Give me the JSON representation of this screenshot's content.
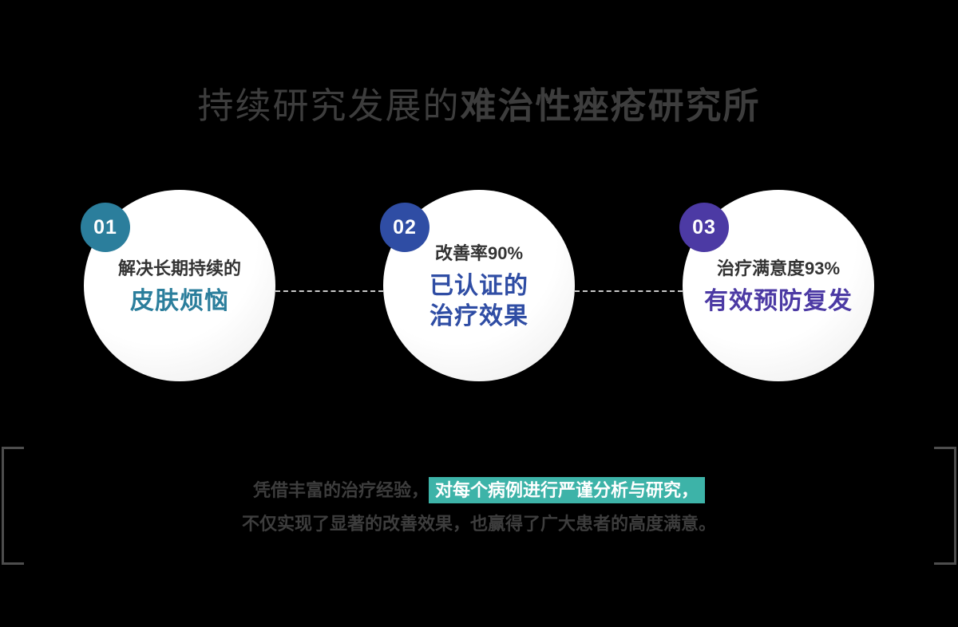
{
  "title": {
    "regular": "持续研究发展的",
    "bold": "难治性痤疮研究所"
  },
  "steps": [
    {
      "number": "01",
      "subtitle": "解决长期持续的",
      "headline_lines": [
        "皮肤烦恼"
      ],
      "accent_color": "#2b7e9c"
    },
    {
      "number": "02",
      "subtitle": "改善率90%",
      "headline_lines": [
        "已认证的",
        "治疗效果"
      ],
      "accent_color": "#2f4da4"
    },
    {
      "number": "03",
      "subtitle": "治疗满意度93%",
      "headline_lines": [
        "有效预防复发"
      ],
      "accent_color": "#4c3aa4"
    }
  ],
  "footer": {
    "line1_prefix": "凭借丰富的治疗经验，",
    "line1_highlight": "对每个病例进行严谨分析与研究，",
    "line2": "不仅实现了显著的改善效果，也赢得了广大患者的高度满意。",
    "highlight_bg": "#3db3a8",
    "highlight_text_color": "#ffffff"
  },
  "colors": {
    "background": "#000000",
    "heading_text": "#3d3d3d",
    "body_text": "#3d3d3d",
    "circle_fill": "#ffffff",
    "subtitle_text": "#333333",
    "connector": "#c9c9c9",
    "bracket": "#4d4d4d"
  }
}
